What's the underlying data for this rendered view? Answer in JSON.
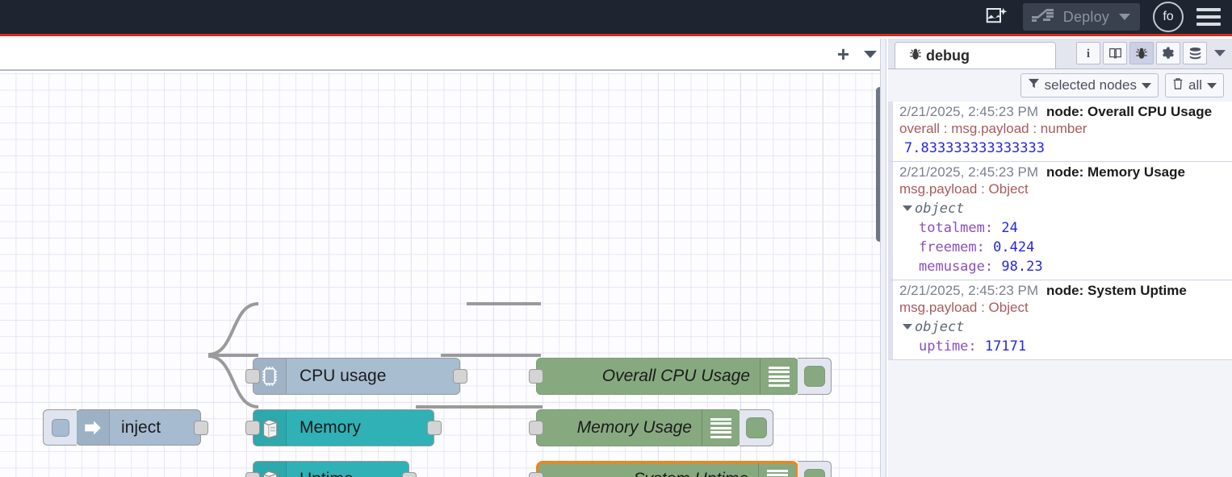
{
  "header": {
    "ai_icon": "sparkle-image-icon",
    "deploy_label": "Deploy",
    "deploy_icon": "deploy-icon",
    "deploy_caret_icon": "chevron-down-icon",
    "avatar_text": "fo",
    "menu_icon": "hamburger-menu-icon"
  },
  "tabbar": {
    "add_icon": "plus-icon",
    "list_icon": "chevron-down-icon"
  },
  "canvas": {
    "nodes": [
      {
        "id": "inject",
        "label": "inject",
        "icon": "arrow-right-icon",
        "type": "inject"
      },
      {
        "id": "cpu",
        "label": "CPU usage",
        "icon": "cpu-chip-icon",
        "type": "cpu"
      },
      {
        "id": "memory",
        "label": "Memory",
        "icon": "server-tower-icon",
        "type": "memory"
      },
      {
        "id": "uptime",
        "label": "Uptime",
        "icon": "server-tower-icon",
        "type": "uptime"
      },
      {
        "id": "dbg1",
        "label": "Overall CPU Usage",
        "icon": "debug-lines-icon",
        "type": "debug"
      },
      {
        "id": "dbg2",
        "label": "Memory Usage",
        "icon": "debug-lines-icon",
        "type": "debug"
      },
      {
        "id": "dbg3",
        "label": "System Uptime",
        "icon": "debug-lines-icon",
        "type": "debug",
        "selected": true
      }
    ],
    "colors": {
      "inject": "#a6bbcf",
      "cpu": "#a9bdd1",
      "system": "#30b1b6",
      "debug": "#87a980",
      "selection": "#ff7f0e",
      "wire": "#9a9a9a",
      "grid": "#e6e7f5"
    }
  },
  "sidebar": {
    "tab": {
      "label": "debug",
      "icon": "bug-icon"
    },
    "tools": [
      {
        "name": "info-icon",
        "glyph": "i",
        "active": false
      },
      {
        "name": "help-book-icon",
        "glyph": "book",
        "active": false
      },
      {
        "name": "debug-bug-icon",
        "glyph": "bug",
        "active": true
      },
      {
        "name": "config-gear-icon",
        "glyph": "gear",
        "active": false
      },
      {
        "name": "context-data-icon",
        "glyph": "stack",
        "active": false
      }
    ],
    "tools_caret": "chevron-down-icon",
    "filter": {
      "label": "selected nodes",
      "icon": "filter-funnel-icon",
      "caret": "chevron-down-icon"
    },
    "clear": {
      "label": "all",
      "icon": "trash-icon",
      "caret": "chevron-down-icon"
    },
    "messages": [
      {
        "time": "2/21/2025, 2:45:23 PM",
        "node": "node: Overall CPU Usage",
        "property": "overall : msg.payload : number",
        "kind": "number",
        "value": "7.833333333333333"
      },
      {
        "time": "2/21/2025, 2:45:23 PM",
        "node": "node: Memory Usage",
        "property": "msg.payload : Object",
        "kind": "object",
        "object_label": "object",
        "entries": [
          {
            "key": "totalmem",
            "value": "24"
          },
          {
            "key": "freemem",
            "value": "0.424"
          },
          {
            "key": "memusage",
            "value": "98.23"
          }
        ]
      },
      {
        "time": "2/21/2025, 2:45:23 PM",
        "node": "node: System Uptime",
        "property": "msg.payload : Object",
        "kind": "object",
        "object_label": "object",
        "entries": [
          {
            "key": "uptime",
            "value": "17171"
          }
        ]
      }
    ]
  }
}
